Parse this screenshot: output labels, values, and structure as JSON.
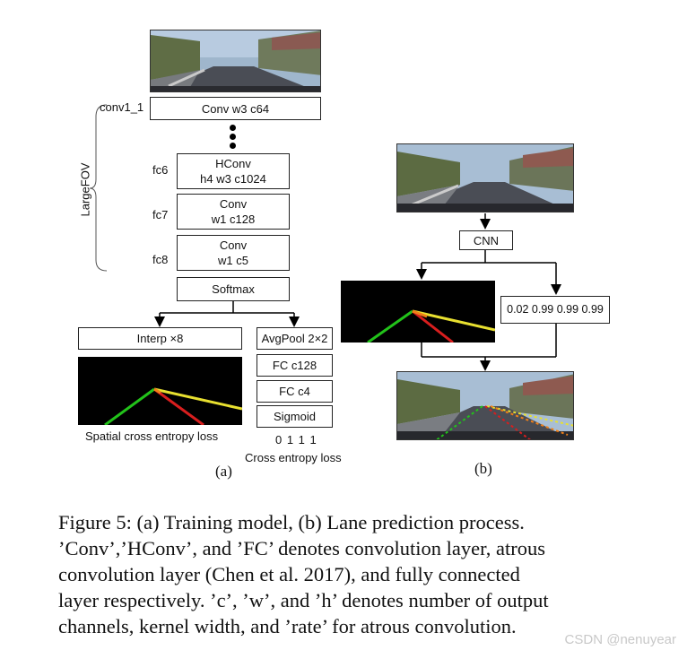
{
  "panel_a": {
    "brace_label": "LargeFOV",
    "rows": [
      {
        "tag": "conv1_1",
        "box": "Conv w3 c64"
      },
      {
        "tag": "fc6",
        "box_line1": "HConv",
        "box_line2": "h4 w3 c1024"
      },
      {
        "tag": "fc7",
        "box_line1": "Conv",
        "box_line2": "w1 c128"
      },
      {
        "tag": "fc8",
        "box_line1": "Conv",
        "box_line2": "w1 c5"
      }
    ],
    "softmax": "Softmax",
    "interp": "Interp ×8",
    "avgpool": "AvgPool 2×2",
    "fc_c128": "FC c128",
    "fc_c4": "FC c4",
    "sigmoid": "Sigmoid",
    "existence": "0 1 1 1",
    "spatial_loss": "Spatial cross entropy loss",
    "cross_loss": "Cross entropy loss",
    "panel_label": "(a)"
  },
  "panel_b": {
    "cnn": "CNN",
    "probs": "0.02 0.99 0.99 0.99",
    "panel_label": "(b)"
  },
  "caption": {
    "lines": [
      "Figure 5: (a) Training model, (b) Lane prediction process.",
      "’Conv’,’HConv’, and ’FC’ denotes convolution layer, atrous",
      "convolution layer (Chen et al. 2017), and fully connected",
      "layer respectively. ’c’, ’w’, and ’h’ denotes number of output",
      "channels, kernel width, and ’rate’ for atrous convolution."
    ]
  },
  "watermark": "CSDN @nenuyear",
  "colors": {
    "lane_green": "#22c21a",
    "lane_yellow": "#e8e030",
    "lane_red": "#d81e1e",
    "lane_orange": "#f08018"
  }
}
